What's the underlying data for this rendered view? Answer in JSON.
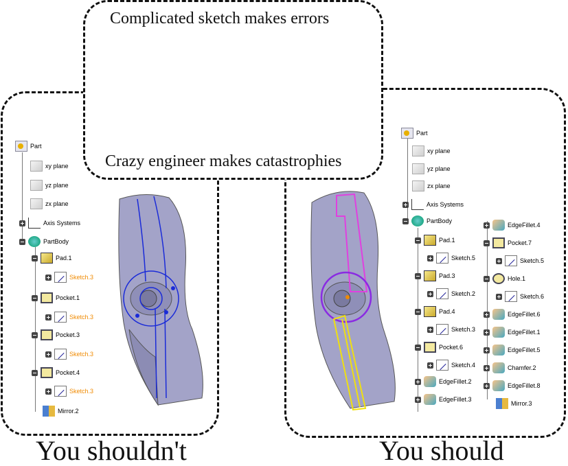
{
  "top_box": {
    "title": "Complicated sketch makes errors",
    "subtitle": "Crazy engineer makes catastrophies"
  },
  "left_caption": "You shouldn't",
  "right_caption": "You should",
  "left_tree": {
    "part": "Part",
    "planes": [
      "xy plane",
      "yz plane",
      "zx plane"
    ],
    "axis": "Axis Systems",
    "body": "PartBody",
    "features": [
      {
        "label": "Pad.1",
        "sketch": "Sketch.3"
      },
      {
        "label": "Pocket.1",
        "sketch": "Sketch.3"
      },
      {
        "label": "Pocket.3",
        "sketch": "Sketch.3"
      },
      {
        "label": "Pocket.4",
        "sketch": "Sketch.3"
      }
    ],
    "mirror": "Mirror.2"
  },
  "right_tree": {
    "part": "Part",
    "planes": [
      "xy plane",
      "yz plane",
      "zx plane"
    ],
    "axis": "Axis Systems",
    "body": "PartBody",
    "col1": [
      {
        "label": "Pad.1",
        "sketch": "Sketch.5"
      },
      {
        "label": "Pad.3",
        "sketch": "Sketch.2"
      },
      {
        "label": "Pad.4",
        "sketch": "Sketch.3"
      },
      {
        "label": "Pocket.6",
        "sketch": "Sketch.4"
      },
      {
        "label": "EdgeFillet.2"
      },
      {
        "label": "EdgeFillet.3"
      }
    ],
    "col2": [
      {
        "label": "EdgeFillet.4"
      },
      {
        "label": "Pocket.7",
        "sketch": "Sketch.5"
      },
      {
        "label": "Hole.1",
        "sketch": "Sketch.6"
      },
      {
        "label": "EdgeFillet.6"
      },
      {
        "label": "EdgeFillet.1"
      },
      {
        "label": "EdgeFillet.5"
      },
      {
        "label": "Chamfer.2"
      },
      {
        "label": "EdgeFillet.8"
      },
      {
        "label": "Mirror.3"
      }
    ]
  },
  "colors": {
    "orange_sketch": "#f08a00",
    "part_fill": "#a3a3c8",
    "left_sketch_lines": "#1a2bd8",
    "right_sketch_magenta": "#e040e0",
    "right_sketch_yellow": "#f0e010",
    "right_sketch_purple": "#8a2be2"
  },
  "icons": [
    "scientist-figure",
    "sketch-warning-icon"
  ]
}
